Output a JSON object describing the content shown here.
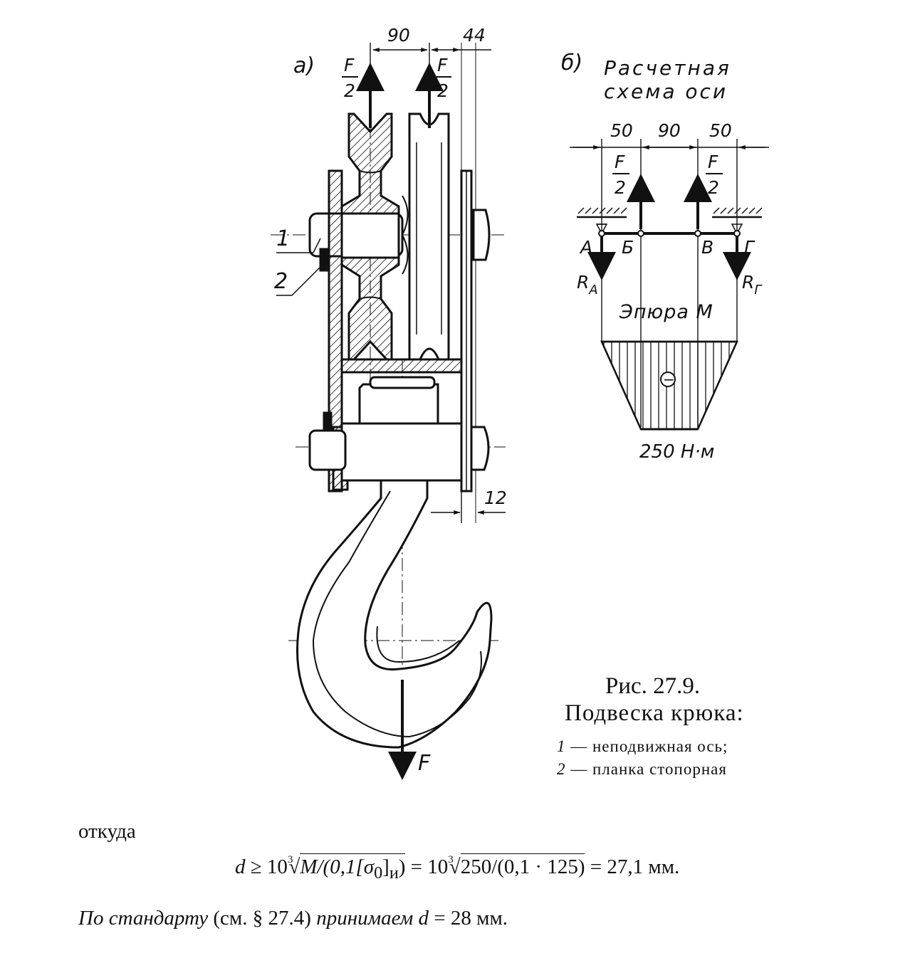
{
  "figure_a": {
    "label": "а)",
    "force_left": {
      "num": "F",
      "den": "2"
    },
    "force_right": {
      "num": "F",
      "den": "2"
    },
    "dim_90": "90",
    "dim_44": "44",
    "dim_12": "12",
    "callout_1": "1",
    "callout_2": "2",
    "force_bottom": "F"
  },
  "figure_b": {
    "label": "б)",
    "title_line1": "Расчетная",
    "title_line2": "схема оси",
    "dim_left": "50",
    "dim_mid": "90",
    "dim_right": "50",
    "force_left": {
      "num": "F",
      "den": "2"
    },
    "force_right": {
      "num": "F",
      "den": "2"
    },
    "point_a": "А",
    "point_b": "Б",
    "point_v": "В",
    "point_g": "Г",
    "reaction_a": {
      "base": "R",
      "sub": "А"
    },
    "reaction_g": {
      "base": "R",
      "sub": "Г"
    },
    "diagram_title": "Эпюра М",
    "sign": "−",
    "moment_value": "250 Н·м"
  },
  "caption": {
    "line1": "Рис. 27.9.",
    "line2": "Подвеска крюка:",
    "item1_num": "1",
    "item1_text": " — неподвижная ось;",
    "item2_num": "2",
    "item2_text": " — планка стопорная"
  },
  "text": {
    "otkuda": "откуда",
    "f_d": "d",
    "f_ge": " ≥ 10",
    "f_root1": "M/(0,1[σ",
    "f_sub0": "0",
    "f_rest1": "]",
    "f_subi": "и",
    "f_close1": ")",
    "f_eq1": " = 10",
    "f_root2": "250/(0,1 · 125)",
    "f_eq2": " = 27,1 мм.",
    "f_cube": "3",
    "std_italic1": "По стандарту",
    "std_mid": " (см. § 27.4) ",
    "std_italic2": "принимаем",
    "std_d": " d",
    "std_end": " = 28 мм."
  }
}
